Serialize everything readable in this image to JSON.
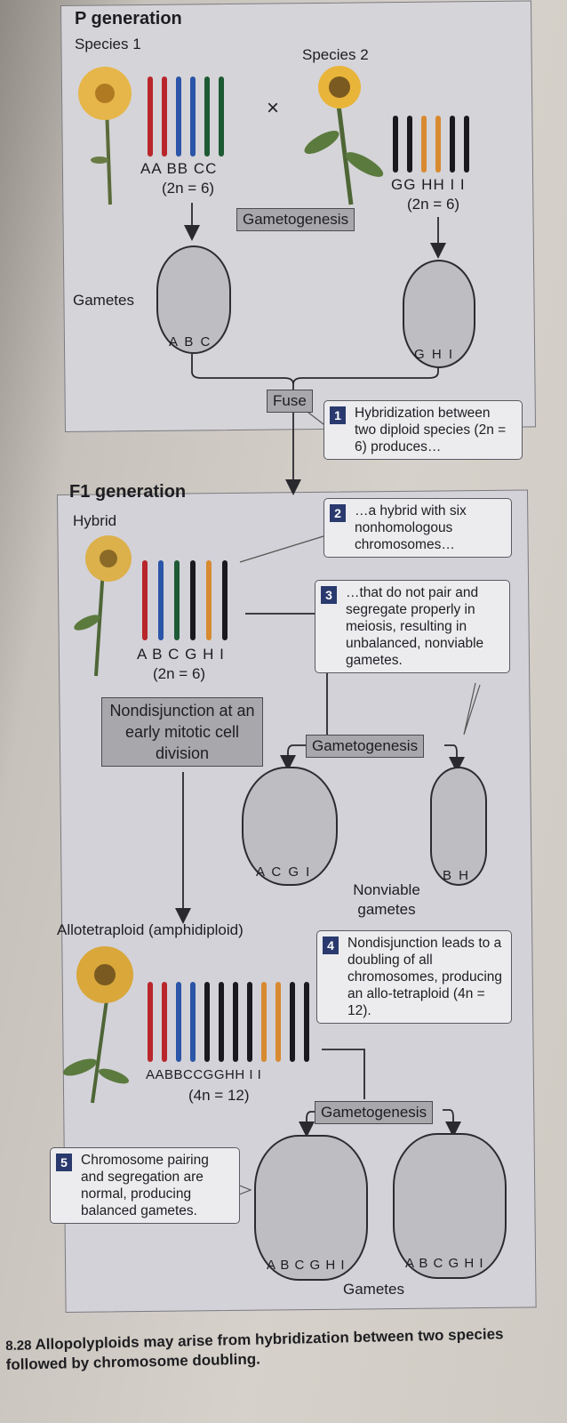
{
  "colors": {
    "red": "#b8262b",
    "blue": "#2a55a8",
    "green": "#1e5a34",
    "black": "#1a1a1e",
    "orange": "#d88a30",
    "step_badge": "#2a3a6e"
  },
  "p_generation": {
    "heading": "P generation",
    "species1": {
      "label": "Species 1",
      "chromosomes": "AA BB CC",
      "ploidy": "(2n = 6)",
      "gamete_labels": "A B C"
    },
    "cross_symbol": "×",
    "species2": {
      "label": "Species 2",
      "chromosomes": "GG HH I I",
      "ploidy": "(2n = 6)",
      "gamete_labels": "G H I"
    },
    "gametogenesis": "Gametogenesis",
    "gametes_label": "Gametes",
    "fuse": "Fuse"
  },
  "steps": {
    "s1": {
      "num": "1",
      "text": "Hybridization between two diploid species (2n = 6) produces…"
    },
    "s2": {
      "num": "2",
      "text": "…a hybrid with six nonhomologous chromosomes…"
    },
    "s3": {
      "num": "3",
      "text": "…that do not pair and segregate properly in meiosis, resulting in unbalanced, nonviable gametes."
    },
    "s4": {
      "num": "4",
      "text": "Nondisjunction leads to a doubling of all chromosomes, producing an allo-tetraploid (4n = 12)."
    },
    "s5": {
      "num": "5",
      "text": "Chromosome pairing and segregation are normal, producing balanced gametes."
    }
  },
  "f1_generation": {
    "heading": "F1 generation",
    "hybrid_label": "Hybrid",
    "hybrid_chromosomes": "A B C G H I",
    "hybrid_ploidy": "(2n = 6)",
    "nondisjunction_box": "Nondisjunction at an early mitotic cell division",
    "gametogenesis": "Gametogenesis",
    "nonviable_gamete1_labels": "A C G I",
    "nonviable_gamete2_labels": "B H",
    "nonviable_label": "Nonviable gametes",
    "allo_label": "Allotetraploid (amphidiploid)",
    "allo_chromosomes": "AABBCCGGHH I I",
    "allo_ploidy": "(4n = 12)",
    "gametogenesis2": "Gametogenesis",
    "balanced_gamete_labels": "A B C G H I",
    "gametes_label": "Gametes"
  },
  "caption": {
    "figure_number": "8.28",
    "text": "Allopolyploids may arise from hybridization between two species followed by chromosome doubling."
  }
}
